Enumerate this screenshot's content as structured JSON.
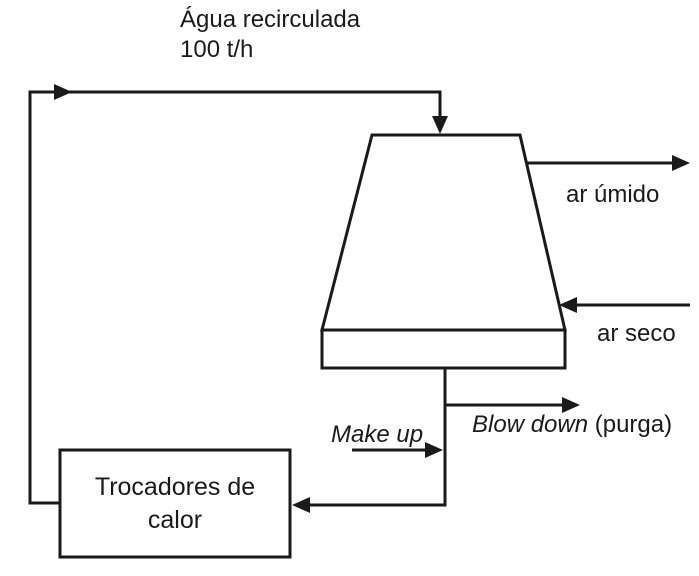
{
  "diagram": {
    "recirculated_water_label": "Água recirculada",
    "flow_rate": "100 t/h",
    "labels": {
      "humid_air": "ar úmido",
      "dry_air": "ar seco",
      "blow_down": "Blow down",
      "blow_down_suffix": " (purga)",
      "make_up": "Make up",
      "heat_exchangers": "Trocadores de calor"
    },
    "colors": {
      "line": "#1a1a1a",
      "background": "#ffffff"
    }
  }
}
